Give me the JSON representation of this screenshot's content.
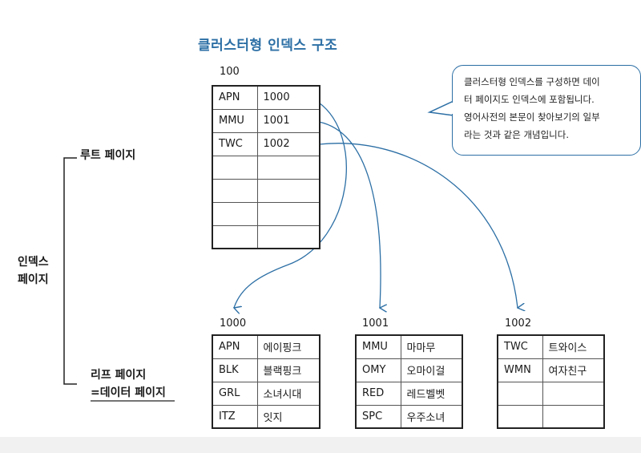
{
  "title": "클러스터형 인덱스 구조",
  "labels": {
    "index_page_line1": "인덱스",
    "index_page_line2": "페이지",
    "root_page": "루트 페이지",
    "leaf_page_line1": "리프 페이지",
    "leaf_page_line2": "=데이터 페이지"
  },
  "callout": {
    "lines": [
      "클러스터형 인덱스를 구성하면 데이",
      "터 페이지도 인덱스에 포함됩니다.",
      "영어사전의 본문이 찾아보기의 일부",
      "라는 것과 같은 개념입니다."
    ]
  },
  "root": {
    "page_no": "100",
    "rows": [
      {
        "key": "APN",
        "ptr": "1000"
      },
      {
        "key": "MMU",
        "ptr": "1001"
      },
      {
        "key": "TWC",
        "ptr": "1002"
      },
      {
        "key": "",
        "ptr": ""
      },
      {
        "key": "",
        "ptr": ""
      },
      {
        "key": "",
        "ptr": ""
      },
      {
        "key": "",
        "ptr": ""
      }
    ]
  },
  "leaves": [
    {
      "page_no": "1000",
      "rows": [
        {
          "key": "APN",
          "value": "에이핑크"
        },
        {
          "key": "BLK",
          "value": "블랙핑크"
        },
        {
          "key": "GRL",
          "value": "소녀시대"
        },
        {
          "key": "ITZ",
          "value": "잇지"
        }
      ]
    },
    {
      "page_no": "1001",
      "rows": [
        {
          "key": "MMU",
          "value": "마마무"
        },
        {
          "key": "OMY",
          "value": "오마이걸"
        },
        {
          "key": "RED",
          "value": "레드벨벳"
        },
        {
          "key": "SPC",
          "value": "우주소녀"
        }
      ]
    },
    {
      "page_no": "1002",
      "rows": [
        {
          "key": "TWC",
          "value": "트와이스"
        },
        {
          "key": "WMN",
          "value": "여자친구"
        },
        {
          "key": "",
          "value": ""
        },
        {
          "key": "",
          "value": ""
        }
      ]
    }
  ],
  "colors": {
    "accent": "#2c6fa5",
    "border": "#222222"
  }
}
